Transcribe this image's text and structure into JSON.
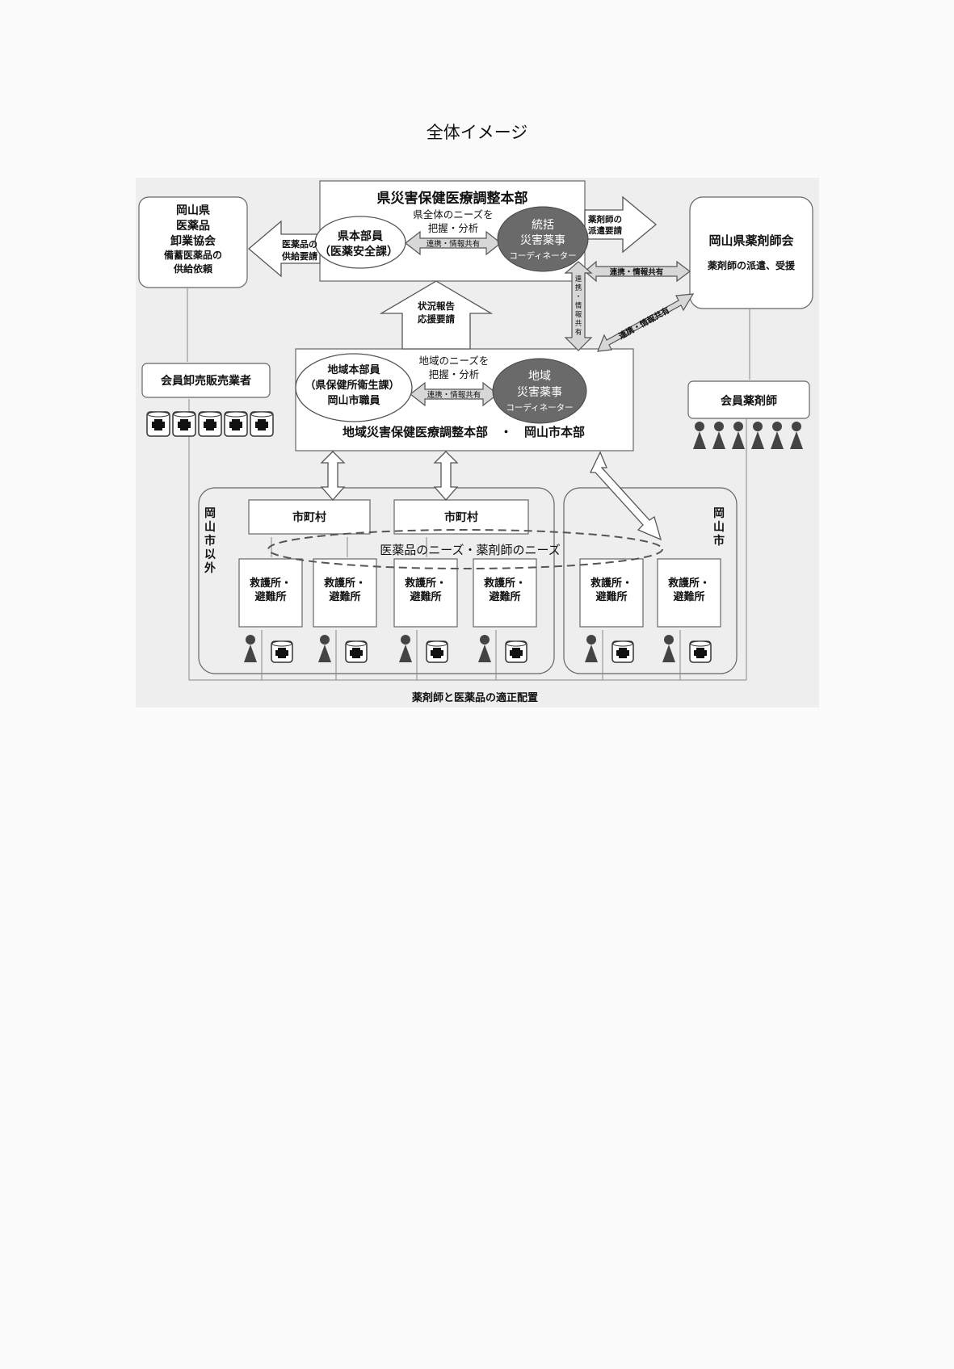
{
  "title": "全体イメージ",
  "hq": {
    "title": "県災害保健医療調整本部",
    "office": [
      "県本部員",
      "（医薬安全課）"
    ],
    "center": [
      "県全体のニーズを",
      "把握・分析"
    ],
    "share": "連携・情報共有",
    "coord": [
      "統括",
      "災害薬事",
      "コーディネーター"
    ]
  },
  "wholesale": {
    "name": [
      "岡山県",
      "医薬品",
      "卸業協会"
    ],
    "sub": [
      "備蓄医薬品の",
      "供給依頼"
    ],
    "request": [
      "医薬品の",
      "供給要請"
    ],
    "members": "会員卸売販売業者"
  },
  "pharm_assoc": {
    "name": "岡山県薬剤師会",
    "sub": "薬剤師の派遣、受援",
    "request": [
      "薬剤師の",
      "派遣要請"
    ],
    "share": "連携・情報共有",
    "share2": "連携・情報共有",
    "members": "会員薬剤師"
  },
  "report": [
    "状況報告",
    "応援要請"
  ],
  "vertical_share": [
    "連",
    "携",
    "・",
    "情",
    "報",
    "共",
    "有"
  ],
  "regional": {
    "office": [
      "地域本部員",
      "（県保健所衛生課）",
      "岡山市職員"
    ],
    "center": [
      "地域のニーズを",
      "把握・分析"
    ],
    "share": "連携・情報共有",
    "coord": [
      "地域",
      "災害薬事",
      "コーディネーター"
    ],
    "title": "地域災害保健医療調整本部　・　岡山市本部"
  },
  "area_outside": [
    "岡",
    "山",
    "市",
    "以",
    "外"
  ],
  "area_city": [
    "岡",
    "山",
    "市"
  ],
  "municipality": "市町村",
  "needs": "医薬品のニーズ・薬剤師のニーズ",
  "shelter": [
    "救護所・",
    "避難所"
  ],
  "footer": "薬剤師と医薬品の適正配置"
}
